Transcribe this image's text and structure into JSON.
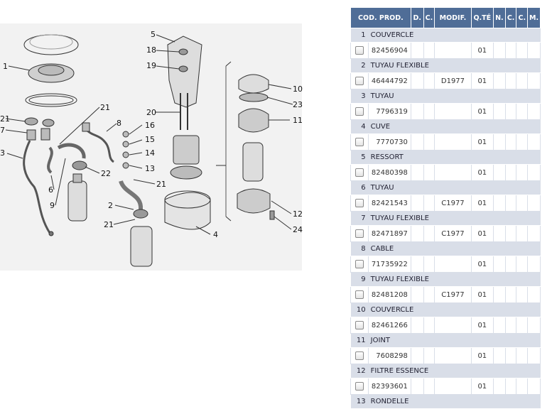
{
  "diagram": {
    "callouts": [
      {
        "id": "c1",
        "label": "1"
      },
      {
        "id": "c21a",
        "label": "21"
      },
      {
        "id": "c7",
        "label": "7"
      },
      {
        "id": "c3",
        "label": "3"
      },
      {
        "id": "c21b",
        "label": "21"
      },
      {
        "id": "c8",
        "label": "8"
      },
      {
        "id": "c6",
        "label": "6"
      },
      {
        "id": "c9",
        "label": "9"
      },
      {
        "id": "c22",
        "label": "22"
      },
      {
        "id": "c5",
        "label": "5"
      },
      {
        "id": "c18",
        "label": "18"
      },
      {
        "id": "c19",
        "label": "19"
      },
      {
        "id": "c20",
        "label": "20"
      },
      {
        "id": "c16",
        "label": "16"
      },
      {
        "id": "c15",
        "label": "15"
      },
      {
        "id": "c14",
        "label": "14"
      },
      {
        "id": "c13",
        "label": "13"
      },
      {
        "id": "c21c",
        "label": "21"
      },
      {
        "id": "c2",
        "label": "2"
      },
      {
        "id": "c21d",
        "label": "21"
      },
      {
        "id": "c4",
        "label": "4"
      },
      {
        "id": "c10",
        "label": "10"
      },
      {
        "id": "c23",
        "label": "23"
      },
      {
        "id": "c11",
        "label": "11"
      },
      {
        "id": "c12",
        "label": "12"
      },
      {
        "id": "c24",
        "label": "24"
      }
    ]
  },
  "table": {
    "headers": {
      "code": "COD. PROD.",
      "d": "D.",
      "c": "C.",
      "modif": "MODIF.",
      "qte": "Q.TÉ",
      "n": "N.",
      "c2": "C.",
      "c3": "C.",
      "m": "M."
    },
    "rows": [
      {
        "num": "1",
        "name": "COUVERCLE",
        "code": "82456904",
        "modif": "",
        "qty": "01"
      },
      {
        "num": "2",
        "name": "TUYAU FLEXIBLE",
        "code": "46444792",
        "modif": "D1977",
        "qty": "01"
      },
      {
        "num": "3",
        "name": "TUYAU",
        "code": "7796319",
        "modif": "",
        "qty": "01"
      },
      {
        "num": "4",
        "name": "CUVE",
        "code": "7770730",
        "modif": "",
        "qty": "01"
      },
      {
        "num": "5",
        "name": "RESSORT",
        "code": "82480398",
        "modif": "",
        "qty": "01"
      },
      {
        "num": "6",
        "name": "TUYAU",
        "code": "82421543",
        "modif": "C1977",
        "qty": "01"
      },
      {
        "num": "7",
        "name": "TUYAU FLEXIBLE",
        "code": "82471897",
        "modif": "C1977",
        "qty": "01"
      },
      {
        "num": "8",
        "name": "CABLE",
        "code": "71735922",
        "modif": "",
        "qty": "01"
      },
      {
        "num": "9",
        "name": "TUYAU FLEXIBLE",
        "code": "82481208",
        "modif": "C1977",
        "qty": "01"
      },
      {
        "num": "10",
        "name": "COUVERCLE",
        "code": "82461266",
        "modif": "",
        "qty": "01"
      },
      {
        "num": "11",
        "name": "JOINT",
        "code": "7608298",
        "modif": "",
        "qty": "01"
      },
      {
        "num": "12",
        "name": "FILTRE ESSENCE",
        "code": "82393601",
        "modif": "",
        "qty": "01"
      },
      {
        "num": "13",
        "name": "RONDELLE",
        "code": "",
        "modif": "",
        "qty": ""
      }
    ]
  }
}
